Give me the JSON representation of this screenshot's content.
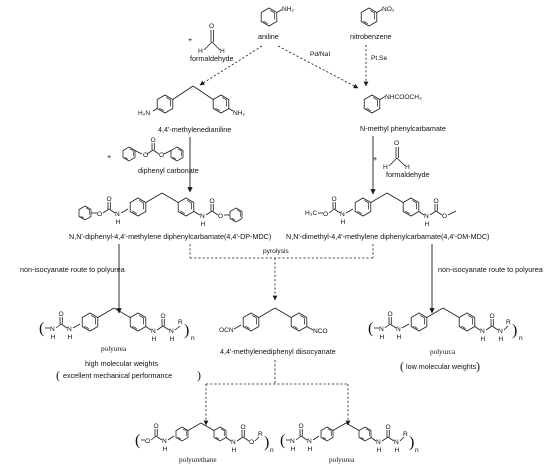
{
  "reactants": {
    "formaldehyde_label": "formaldehyde",
    "aniline_label": "aniline",
    "nitrobenzene_label": "nitrobenzene",
    "diphenyl_carbonate_label": "diphenyl carbonate",
    "formaldehyde2_label": "formaldehyde",
    "plus": "+",
    "aldehyde_h": "H",
    "aldehyde_o": "O",
    "nh2": "NH₂",
    "no2": "NO₂",
    "h2n": "H₂N"
  },
  "conditions": {
    "pd_nai": "Pd/NaI",
    "pt_se": "Pt.Se",
    "pyrolysis": "pyrolysis"
  },
  "intermediates": {
    "mda_label": "4,4'-methylenedianiline",
    "npc_label": "N-methyl phenylcarbamate",
    "npc_group": "NHCOOCH₃",
    "dp_mdc_label": "N,N'-diphenyl-4,4'-methylene diphenylcarbamate(4,4'-DP-MDC)",
    "dm_mdc_label": "N,N'-dimethyl-4,4'-methylene diphenylcarbamate(4,4'-DM-MDC)",
    "h3co": "H₃C",
    "och3": "O",
    "nh": "N",
    "h": "H",
    "o": "O"
  },
  "products": {
    "route_left": "non-isocyanate route to  polyurea",
    "route_right": "non-isocyanate route to  polyurea",
    "polyurea_left": "polyurea",
    "polyurea_left_note1": "high molecular weights",
    "polyurea_left_note2": "excellent mechanical performance",
    "mdi_label": "4,4'-methylenediphenyl diisocyanate",
    "ocn": "OCN",
    "nco": "NCO",
    "polyurea_right": "polyurca",
    "polyurea_right_note": "low molecular weights",
    "polyurethane_bottom": "polyurethane",
    "polyurea_bottom": "polyurea",
    "r": "R",
    "n": "n",
    "open": "(",
    "close": ")"
  }
}
